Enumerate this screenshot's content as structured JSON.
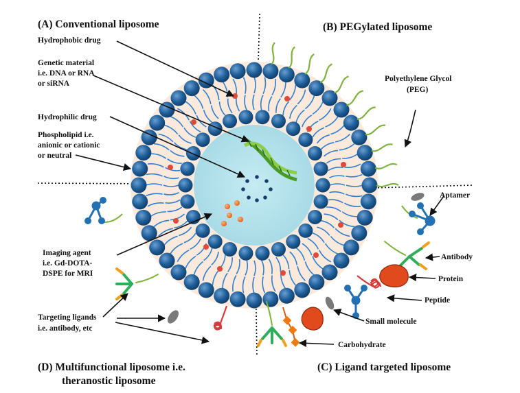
{
  "quadrant_titles": {
    "a": "(A) Conventional liposome",
    "b": "(B) PEGylated liposome",
    "c": "(C) Ligand targeted liposome",
    "d_line1": "(D) Multifunctional liposome i.e.",
    "d_line2": "theranostic liposome"
  },
  "labels": {
    "hydrophobic_drug": "Hydrophobic drug",
    "genetic_1": "Genetic material",
    "genetic_2": "i.e. DNA or RNA",
    "genetic_3": "or siRNA",
    "hydrophilic_drug": "Hydrophilic drug",
    "phospholipid_1": "Phospholipid i.e.",
    "phospholipid_2": "anionic or cationic",
    "phospholipid_3": "or neutral",
    "peg_1": "Polyethylene Glycol",
    "peg_2": "(PEG)",
    "aptamer": "Aptamer",
    "antibody": "Antibody",
    "protein": "Protein",
    "peptide": "Peptide",
    "small_molecule": "Small molecule",
    "carbohydrate": "Carbohydrate",
    "imaging_1": "Imaging agent",
    "imaging_2": "i.e. Gd-DOTA-",
    "imaging_3": "DSPE for MRI",
    "targeting_1": "Targeting ligands",
    "targeting_2": "i.e. antibody, etc"
  },
  "colors": {
    "head": "#1f5f99",
    "head_light": "#6a9fd3",
    "tail": "#2f7fd0",
    "bilayer_fill": "#fbe9dc",
    "core": "#a8dbe6",
    "drug_red": "#e04a3a",
    "peg_green": "#7fb33b",
    "antibody_green": "#2fae5a",
    "antibody_orange": "#f0a020",
    "protein_red": "#e04a1c",
    "peptide_red": "#d83a3a",
    "small_molecule_gray": "#7a7a7a",
    "carbohydrate_orange": "#f07a10"
  }
}
